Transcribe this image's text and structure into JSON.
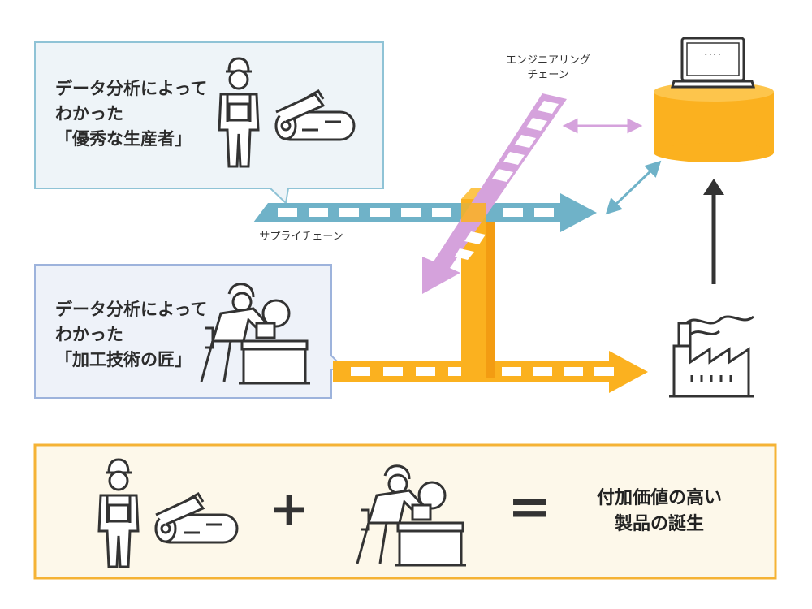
{
  "callouts": [
    {
      "text": "データ分析によって\nわかった\n「優秀な生産者」"
    },
    {
      "text": "データ分析によって\nわかった\n「加工技術の匠」"
    }
  ],
  "labels": {
    "supply_chain": "サプライチェーン",
    "engineering_chain": "エンジニアリング\nチェーン",
    "laptop_screen": "····"
  },
  "result": {
    "plus": "+",
    "equals": "=",
    "text": "付加価値の高い\n製品の誕生"
  },
  "colors": {
    "blue_arrow": "#6FB2C8",
    "purple_arrow": "#D5A2DC",
    "orange_arrow": "#FBB11F",
    "callout1_bg": "#EEF4F8",
    "callout1_border": "#8FC3D6",
    "callout2_bg": "#EEF2F9",
    "callout2_border": "#9DB3DC",
    "result_bg": "#FDF8EA",
    "result_border": "#F5B335"
  }
}
